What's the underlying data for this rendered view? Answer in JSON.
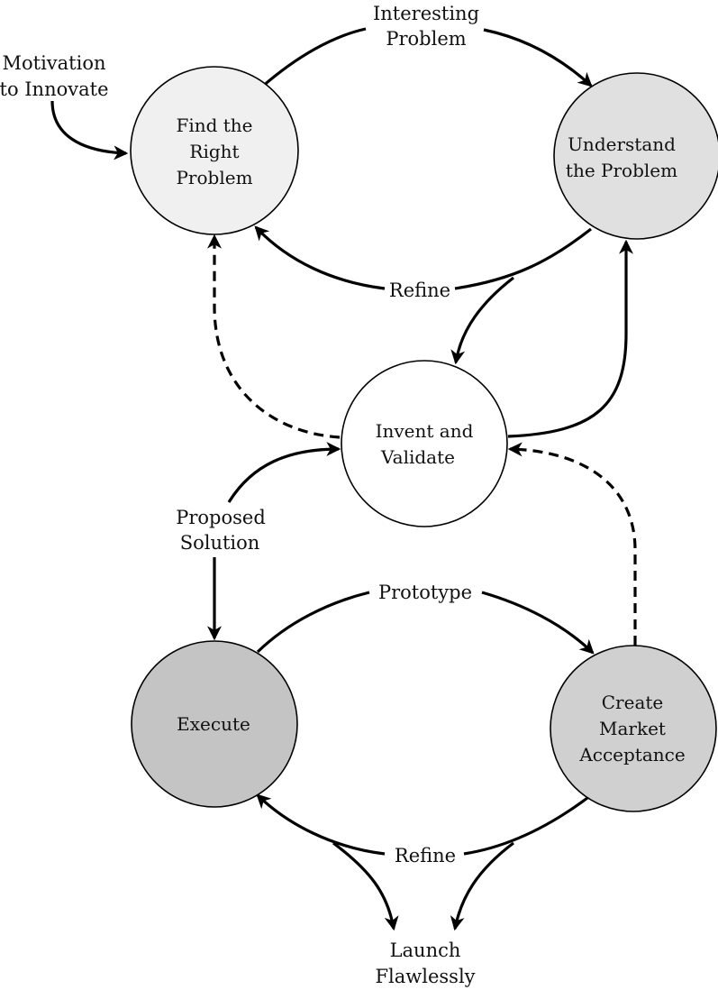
{
  "diagram": {
    "nodes": [
      {
        "id": "find",
        "lines": [
          "Find the",
          "Right",
          "Problem"
        ],
        "fill": "#f0f0f0"
      },
      {
        "id": "understand",
        "lines": [
          "Understand",
          "the Problem"
        ],
        "fill": "#e0e0e0"
      },
      {
        "id": "invent",
        "lines": [
          "Invent and",
          "Validate"
        ],
        "fill": "#ffffff"
      },
      {
        "id": "execute",
        "lines": [
          "Execute"
        ],
        "fill": "#c4c4c4"
      },
      {
        "id": "market",
        "lines": [
          "Create",
          "Market",
          "Acceptance"
        ],
        "fill": "#d0d0d0"
      }
    ],
    "labels": {
      "motivation": [
        "Motivation",
        "to Innovate"
      ],
      "interesting": [
        "Interesting",
        "Problem"
      ],
      "refine_top": [
        "Refine"
      ],
      "proposed": [
        "Proposed",
        "Solution"
      ],
      "prototype": [
        "Prototype"
      ],
      "refine_bottom": [
        "Refine"
      ],
      "launch": [
        "Launch",
        "Flawlessly"
      ]
    },
    "edges": [
      {
        "from": "motivation",
        "to": "find",
        "style": "solid",
        "label": "Motivation to Innovate"
      },
      {
        "from": "find",
        "to": "understand",
        "style": "solid",
        "label": "Interesting Problem"
      },
      {
        "from": "understand",
        "to": "find",
        "style": "solid",
        "label": "Refine"
      },
      {
        "from": "understand",
        "to": "invent",
        "style": "solid",
        "label": ""
      },
      {
        "from": "invent",
        "to": "understand",
        "style": "solid",
        "label": ""
      },
      {
        "from": "invent",
        "to": "find",
        "style": "dashed",
        "label": ""
      },
      {
        "from": "proposed",
        "to": "invent",
        "style": "solid",
        "label": "Proposed Solution"
      },
      {
        "from": "proposed",
        "to": "execute",
        "style": "solid",
        "label": "Proposed Solution"
      },
      {
        "from": "execute",
        "to": "market",
        "style": "solid",
        "label": "Prototype"
      },
      {
        "from": "market",
        "to": "invent",
        "style": "dashed",
        "label": ""
      },
      {
        "from": "market",
        "to": "execute",
        "style": "solid",
        "label": "Refine"
      },
      {
        "from": "execute",
        "to": "launch",
        "style": "solid",
        "label": "Launch Flawlessly"
      },
      {
        "from": "market",
        "to": "launch",
        "style": "solid",
        "label": "Launch Flawlessly"
      }
    ]
  }
}
